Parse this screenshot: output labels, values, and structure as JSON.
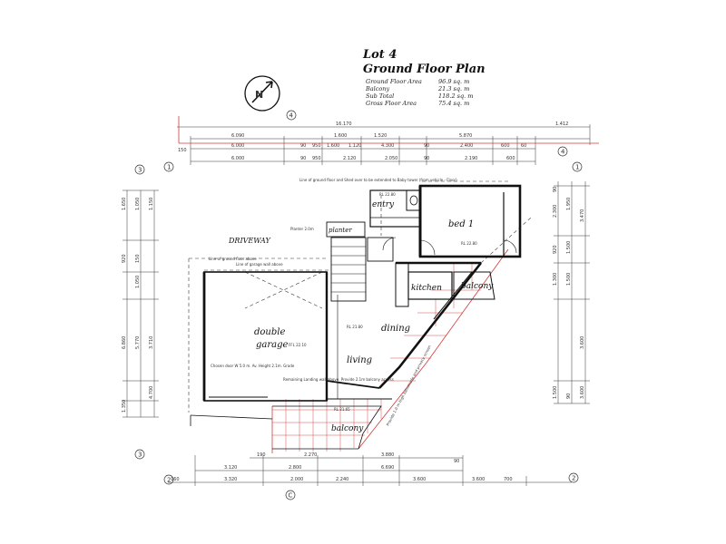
{
  "title": {
    "lot": "Lot 4",
    "plan": "Ground Floor Plan"
  },
  "areas": [
    {
      "label": "Ground Floor Area",
      "value": "96.9 sq. m"
    },
    {
      "label": "Balcony",
      "value": "21.3 sq. m"
    },
    {
      "label": "Sub Total",
      "value": "118.2 sq. m"
    },
    {
      "label": "Gross Floor Area",
      "value": "75.4 sq. m"
    }
  ],
  "rooms": {
    "bed1": "bed 1",
    "entry": "entry",
    "planter": "planter",
    "kitchen": "kitchen",
    "balcony_upper": "balcony",
    "dining": "dining",
    "double_garage_1": "double",
    "double_garage_2": "garage",
    "living": "living",
    "balcony_lower": "balcony",
    "driveway": "DRIVEWAY"
  },
  "dims_top": {
    "overall": "16.170",
    "right_overall": "1.412",
    "row1": [
      "6.090",
      "1.600",
      "1.520",
      "5.870"
    ],
    "row2": [
      "6.000",
      "90",
      "950",
      "1.600",
      "1.120",
      "4.300",
      "90",
      "2.400",
      "600",
      "60"
    ],
    "row3": [
      "6.000",
      "90",
      "950",
      "2.120",
      "2.050",
      "90",
      "2.190",
      "600"
    ],
    "left_small": "150"
  },
  "dims_bottom": {
    "row1": [
      "190",
      "2.270",
      "3.880",
      "90"
    ],
    "row2": [
      "3.120",
      "2.800",
      "6.690"
    ],
    "row3": [
      "160",
      "3.320",
      "2.000",
      "2.240",
      "3.600",
      "3.600",
      "700"
    ]
  },
  "dims_left": [
    "1.650",
    "1.050",
    "1.150",
    "920",
    "150",
    "6.860",
    "5.770",
    "3.710",
    "1.050",
    "1.350",
    "4.700"
  ],
  "dims_right": [
    "90",
    "1.950",
    "2.300",
    "1.500",
    "920",
    "3.470",
    "3.600",
    "1.500",
    "1.300",
    "90",
    "1.500",
    "3.600"
  ],
  "grid_markers": {
    "top_circle": "4",
    "bottom_circle": "C",
    "g1_left": "1",
    "g1_right": "1",
    "g2_left": "2",
    "g2_right": "2",
    "g3_left": "3",
    "g3_right": "3",
    "g4": "4"
  },
  "notes": {
    "entry_note": "Line of ground floor and Shed over to be extended to Baby tower (from vehicle - Floor)",
    "planter_note": "Planter 2.0m",
    "garage_note": "Chosen door W 5.0 m. Av. Height 2.1m. Grade",
    "living_note": "Remaining Landing wall above. Provide 2.1m balcony access",
    "balcony_note": "Provide 1.0 m High balustrade and privacy screen",
    "wall_above": "Line of garage wall above",
    "retaining": "Line of ground floor above",
    "level_garage": "FFL 22.10",
    "level_living": "RL 21.80",
    "level_bed": "RL 22.80",
    "level_entry": "RL 22.80",
    "level_balcony": "RL 21.65"
  },
  "colors": {
    "ink": "#111111",
    "setback": "#d23a3a"
  }
}
